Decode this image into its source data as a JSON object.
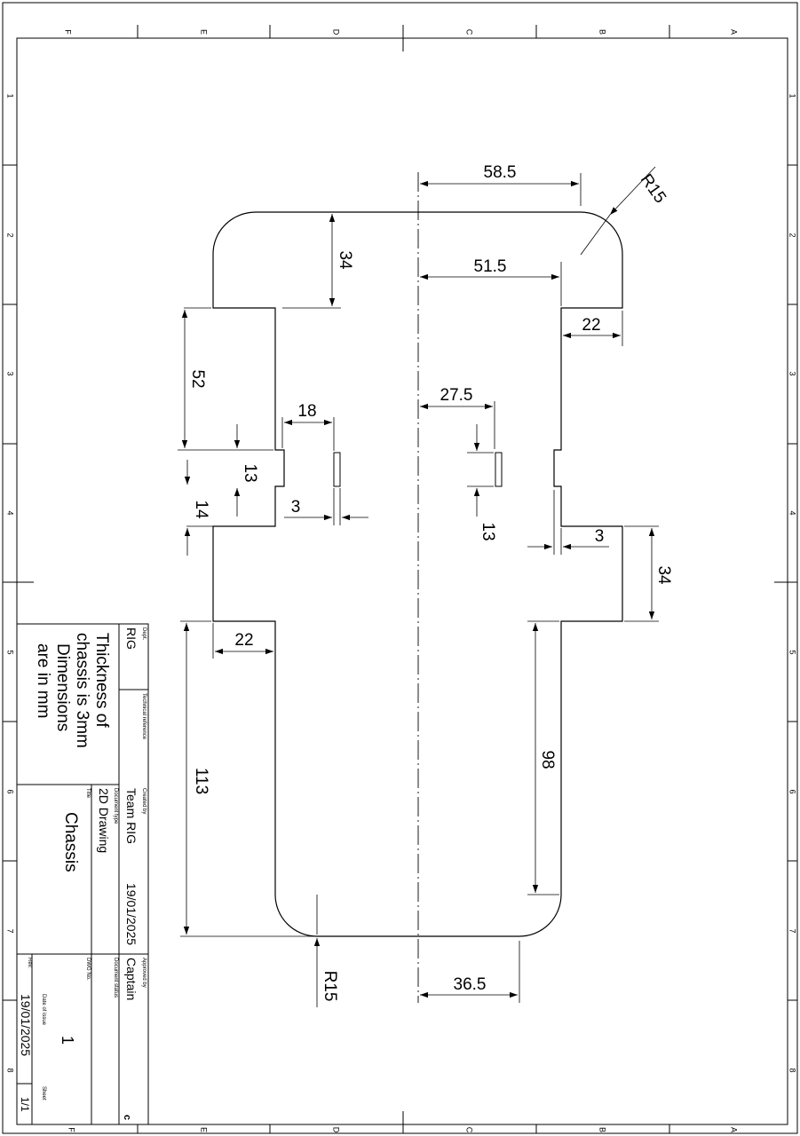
{
  "border": {
    "column_letters": [
      "F",
      "E",
      "D",
      "C",
      "B",
      "A"
    ],
    "row_numbers": [
      "1",
      "2",
      "3",
      "4",
      "5",
      "6",
      "7",
      "8"
    ]
  },
  "dimensions": {
    "d58_5": "58.5",
    "r15_top": "R15",
    "d51_5": "51.5",
    "d34_top": "34",
    "d22_right": "22",
    "d52": "52",
    "d27_5": "27.5",
    "d18": "18",
    "d13_left": "13",
    "d14": "14",
    "d3_left": "3",
    "d13_right": "13",
    "d3_right": "3",
    "d34_right": "34",
    "d22_left": "22",
    "d113": "113",
    "d98": "98",
    "r15_bottom": "R15",
    "d36_5": "36.5"
  },
  "title_block": {
    "dept_label": "Dept.",
    "dept": "RIG",
    "technical_reference_label": "Technical reference",
    "technical_reference": "",
    "created_by_label": "Created by",
    "created_by": "Team RIG",
    "created_date": "19/01/2025",
    "approved_by_label": "Approved by",
    "approved_by": "Captain",
    "document_type_label": "Document type",
    "document_type": "2D Drawing",
    "document_status_label": "Document status",
    "document_status": "",
    "title_label": "Title",
    "title": "Chassis",
    "dwg_no_label": "DWG No.",
    "dwg_no": "",
    "note_lines": [
      "Thickness of",
      "chassis is 3mm",
      "Dimensions",
      "are in mm"
    ],
    "rev_label": "Rev.",
    "rev": "1",
    "date_of_issue_label": "Date of issue",
    "date_of_issue": "19/01/2025",
    "sheet_label": "Sheet",
    "sheet": "1/1",
    "lang": "c"
  }
}
